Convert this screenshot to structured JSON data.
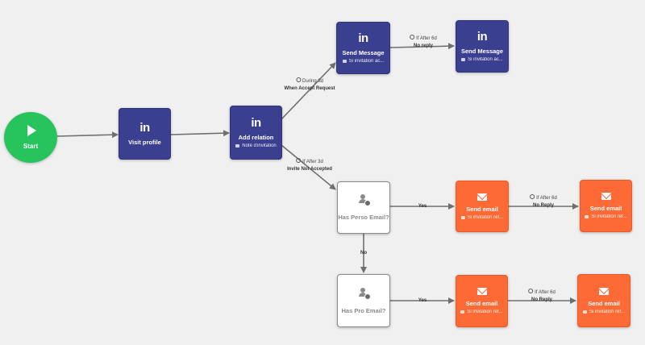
{
  "start": {
    "label": "Start"
  },
  "nodes": {
    "visit_profile": {
      "icon": "in",
      "title": "Visit profile"
    },
    "add_relation": {
      "icon": "in",
      "title": "Add relation",
      "subtitle": "Note d'invitation"
    },
    "send_message_1": {
      "icon": "in",
      "title": "Send Message",
      "subtitle": "Si invitation ac..."
    },
    "send_message_2": {
      "icon": "in",
      "title": "Send Message",
      "subtitle": "Si invitation ac..."
    },
    "has_perso_email": {
      "title": "Has Perso Email?"
    },
    "has_pro_email": {
      "title": "Has Pro Email?"
    },
    "send_email_1": {
      "title": "Send email",
      "subtitle": "Si invitation ref..."
    },
    "send_email_2": {
      "title": "Send email",
      "subtitle": "Si invitation ref..."
    },
    "send_email_3": {
      "title": "Send email",
      "subtitle": "Si invitation ref..."
    },
    "send_email_4": {
      "title": "Send email",
      "subtitle": "Si invitation ref..."
    }
  },
  "edge_labels": {
    "during_3d": {
      "timer": "During 3d",
      "label": "When Accept Request"
    },
    "if_after_3d": {
      "timer": "If After 3d",
      "label": "Invite Not Accepted"
    },
    "if_after_6d_top": {
      "timer": "If After 6d",
      "label": "No reply"
    },
    "yes_1": {
      "label": "Yes"
    },
    "no": {
      "label": "No"
    },
    "if_after_6d_mid": {
      "timer": "If After 6d",
      "label": "No Reply"
    },
    "yes_2": {
      "label": "Yes"
    },
    "if_after_6d_bot": {
      "timer": "If After 6d",
      "label": "No Reply"
    }
  },
  "colors": {
    "linkedin_node": "#3b3f8f",
    "email_node": "#fe6a35",
    "start_node": "#27c35d",
    "condition_node": "#ffffff",
    "edge": "#6f6f6f",
    "background": "#f0f0f0"
  }
}
